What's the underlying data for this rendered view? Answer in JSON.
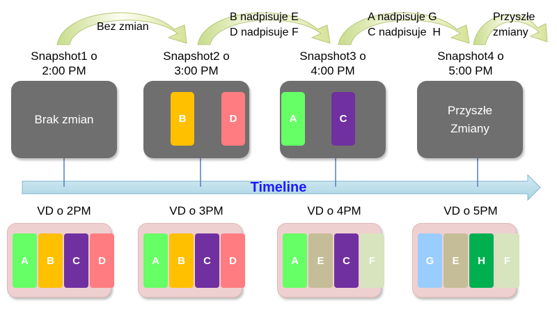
{
  "timeline": {
    "label": "Timeline"
  },
  "transitions": [
    {
      "text": "Bez zmian"
    },
    {
      "text": "B nadpisuje E\nD nadpisuje F"
    },
    {
      "text": "A nadpisuje G\nC nadpisuje  H"
    },
    {
      "text": "Przyszłe\nzmiany"
    }
  ],
  "snapshots": [
    {
      "title": "Snapshot1 o\n2:00 PM",
      "text": "Brak zmian",
      "blocks": []
    },
    {
      "title": "Snapshot2 o\n3:00 PM",
      "text": "",
      "blocks": [
        {
          "label": "B",
          "color": "#ffc000"
        },
        {
          "label": "D",
          "color": "#ff7c80"
        }
      ]
    },
    {
      "title": "Snapshot3 o\n4:00 PM",
      "text": "",
      "blocks": [
        {
          "label": "A",
          "color": "#66ff66"
        },
        {
          "label": "C",
          "color": "#7030a0"
        }
      ]
    },
    {
      "title": "Snapshot4 o\n5:00 PM",
      "text": "Przyszłe\nZmiany",
      "blocks": []
    }
  ],
  "vds": [
    {
      "title": "VD o 2PM",
      "blocks": [
        {
          "label": "A",
          "color": "#66ff66"
        },
        {
          "label": "B",
          "color": "#ffc000"
        },
        {
          "label": "C",
          "color": "#7030a0"
        },
        {
          "label": "D",
          "color": "#ff7c80"
        }
      ]
    },
    {
      "title": "VD o 3PM",
      "blocks": [
        {
          "label": "A",
          "color": "#66ff66"
        },
        {
          "label": "B",
          "color": "#ffc000"
        },
        {
          "label": "C",
          "color": "#7030a0"
        },
        {
          "label": "D",
          "color": "#ff7c80"
        }
      ]
    },
    {
      "title": "VD o 4PM",
      "blocks": [
        {
          "label": "A",
          "color": "#66ff66"
        },
        {
          "label": "E",
          "color": "#c4bd97"
        },
        {
          "label": "C",
          "color": "#7030a0"
        },
        {
          "label": "F",
          "color": "#d7e4bd"
        }
      ]
    },
    {
      "title": "VD o 5PM",
      "blocks": [
        {
          "label": "G",
          "color": "#99ccff"
        },
        {
          "label": "E",
          "color": "#c4bd97"
        },
        {
          "label": "H",
          "color": "#00b050"
        },
        {
          "label": "F",
          "color": "#d7e4bd"
        }
      ]
    }
  ]
}
